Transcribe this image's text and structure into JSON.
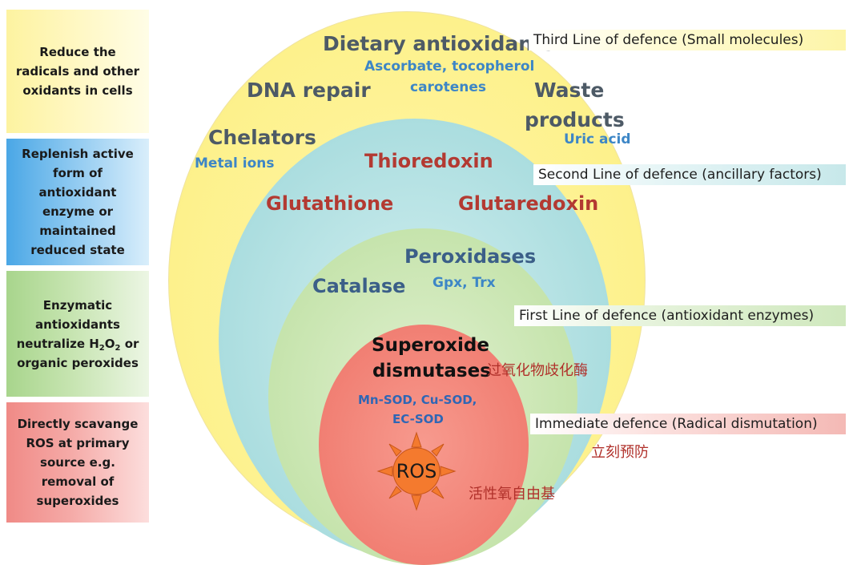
{
  "side_boxes": {
    "yellow": [
      "Reduce the",
      "radicals and other",
      "oxidants in cells"
    ],
    "blue": [
      "Replenish active",
      "form of",
      "antioxidant",
      "enzyme or",
      "maintained",
      "reduced state"
    ],
    "green": {
      "line1": "Enzymatic",
      "line2": "antioxidants",
      "line3_pre": "neutralize H",
      "line3_sub1": "2",
      "line3_mid": "O",
      "line3_sub2": "2",
      "line3_post": " or",
      "line4": "organic peroxides"
    },
    "red": [
      "Directly scavange",
      "ROS at primary",
      "source e.g.",
      "removal of",
      "superoxides"
    ]
  },
  "third_line": {
    "dietary": "Dietary antioxidants",
    "dietary_sub1": "Ascorbate, tocopherol",
    "dietary_sub2": "carotenes",
    "dna_repair": "DNA repair",
    "waste1": "Waste",
    "waste2": "products",
    "waste_sub": "Uric acid",
    "chelators": "Chelators",
    "chelators_sub": "Metal ions",
    "band": "Third Line of defence (Small molecules)"
  },
  "second_line": {
    "thioredoxin": "Thioredoxin",
    "glutathione": "Glutathione",
    "glutaredoxin": "Glutaredoxin",
    "band": "Second Line of defence (ancillary factors)"
  },
  "first_line": {
    "peroxidases": "Peroxidases",
    "peroxidases_sub": "Gpx, Trx",
    "catalase": "Catalase",
    "band": "First Line of defence  (antioxidant enzymes)"
  },
  "immediate": {
    "sod1": "Superoxide",
    "sod2": "dismutases",
    "sod_sub1": "Mn-SOD, Cu-SOD,",
    "sod_sub2": "EC-SOD",
    "band": "Immediate defence (Radical dismutation)",
    "ros": "ROS"
  },
  "chinese": {
    "sod": "过氧化物歧化酶",
    "immediate": "立刻预防",
    "ros": "活性氧自由基"
  },
  "colors": {
    "yellow_ring": "#fdf18c",
    "blue_ring": "#a8dcde",
    "green_ring": "#c4e3aa",
    "red_ring": "#f17f73",
    "sun": "#f47a2e",
    "dark_red_text": "#b33a32",
    "blue_text": "#3d86c6"
  }
}
